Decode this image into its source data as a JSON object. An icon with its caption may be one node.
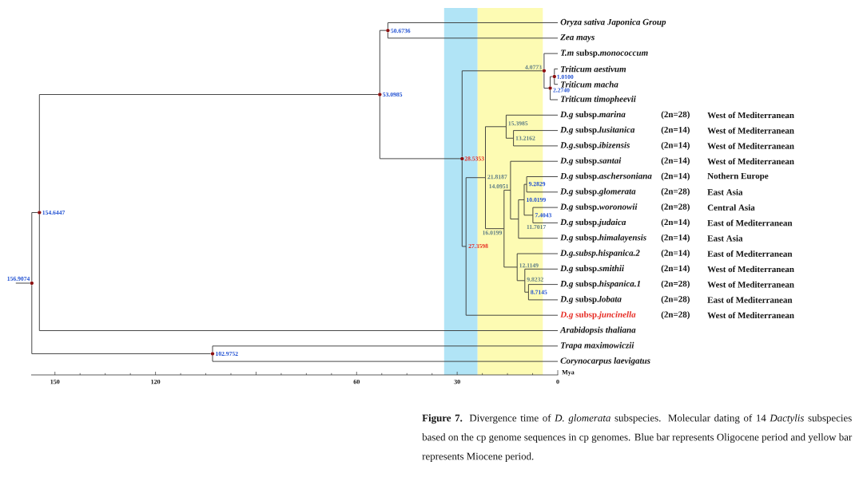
{
  "diagram": {
    "caption": "**Figure 7.** Divergence time of *D. glomerata* subspecies. Molecular dating of 14 *Dactylis* subspecies based on the cp genome sequences in cp genomes. Blue bar represents Oligocene period and yellow bar represents Miocene period.",
    "nodes": [
      {
        "text": [
          "Oryza sativa Japonica Group"
        ]
      },
      {
        "text": [
          "Zea mays"
        ]
      },
      {
        "text": [
          "*T.m* subsp.*monococcum*"
        ]
      },
      {
        "text": [
          "Triticum aestivum"
        ]
      },
      {
        "text": [
          "Triticum macha"
        ]
      },
      {
        "text": [
          "Triticum timopheevii"
        ]
      },
      {
        "text": [
          "*D.g* subsp.*marina*"
        ],
        "beside": [
          "(2n=28)",
          "West of Mediterranean"
        ]
      },
      {
        "text": [
          "*D.g* subsp.*lusitanica*"
        ],
        "beside": [
          "(2n=14)",
          "West of Mediterranean"
        ]
      },
      {
        "text": [
          "*D.g*.subsp.*ibizensis*"
        ],
        "beside": [
          "(2n=14)",
          "West of Mediterranean"
        ]
      },
      {
        "text": [
          "*D.g* subsp.*santai*"
        ],
        "beside": [
          "(2n=14)",
          "West of Mediterranean"
        ]
      },
      {
        "text": [
          "*D.g* subsp.*aschersoniana*"
        ],
        "beside": [
          "(2n=14)",
          "Nothern Europe"
        ]
      },
      {
        "text": [
          "*D.g* subsp.*glomerata*"
        ],
        "beside": [
          "(2n=28)",
          "East Asia"
        ]
      },
      {
        "text": [
          "*D.g* subsp.*woronowii*"
        ],
        "beside": [
          "(2n=28)",
          "Central Asia"
        ]
      },
      {
        "text": [
          "*D.g* subsp.*judaica*"
        ],
        "beside": [
          "(2n=14)",
          "East of Mediterranean"
        ]
      },
      {
        "text": [
          "*D.g* subsp.*himalayensis*"
        ],
        "beside": [
          "(2n=14)",
          "East Asia"
        ]
      },
      {
        "text": [
          "D.g.subsp.hispanica.2"
        ],
        "beside": [
          "(2n=14)",
          "East of Mediterranean"
        ]
      },
      {
        "text": [
          "*D.g* subsp.*smithii*"
        ],
        "beside": [
          "(2n=14)",
          "West of Mediterranean"
        ]
      },
      {
        "text": [
          "*D.g* subsp.*hispanica.1*"
        ],
        "beside": [
          "(2n=28)",
          "West of Mediterranean"
        ]
      },
      {
        "text": [
          "*D.g* subsp.*lobata*"
        ],
        "beside": [
          "(2n=28)",
          "East of Mediterranean"
        ]
      },
      {
        "text": [
          "*D.g* subsp.*juncinella*"
        ],
        "beside": [
          "(2n=28)",
          "West of Mediterranean"
        ]
      },
      {
        "text": [
          "Arabidopsis thaliana"
        ]
      },
      {
        "text": [
          "Trapa maximowiczii"
        ]
      },
      {
        "text": [
          "Corynocarpus laevigatus"
        ]
      },
      {
        "text": [],
        "shape": "circle",
        "beside": [
          "50.6736"
        ]
      },
      {
        "text": [],
        "shape": "circle",
        "beside": [
          "4.0773"
        ]
      },
      {
        "text": [],
        "shape": "circle",
        "beside": [
          "1.0100"
        ]
      },
      {
        "text": [],
        "shape": "circle",
        "beside": [
          "2.2740"
        ]
      },
      {
        "text": [],
        "shape": "circle",
        "beside": [
          "53.0985"
        ]
      },
      {
        "text": [
          "15.3985"
        ]
      },
      {
        "text": [
          "13.2162"
        ]
      },
      {
        "text": [],
        "shape": "circle",
        "beside": [
          "28.5353"
        ]
      },
      {
        "text": [
          "21.8187"
        ]
      },
      {
        "text": [
          "9.2829"
        ]
      },
      {
        "text": [
          "14.0951"
        ]
      },
      {
        "text": [
          "10.0199"
        ]
      },
      {
        "text": [],
        "shape": "circle",
        "beside": [
          "154.6447"
        ]
      },
      {
        "text": [
          "7.4043"
        ]
      },
      {
        "text": [
          "11.7017"
        ]
      },
      {
        "text": [
          "16.0199"
        ]
      },
      {
        "text": [
          "27.3598"
        ]
      },
      {
        "text": [
          "12.1149"
        ]
      },
      {
        "text": [
          "9.8232"
        ]
      },
      {
        "text": [],
        "shape": "circle",
        "beside": [
          "156.9074"
        ]
      },
      {
        "text": [
          "8.7145"
        ]
      },
      {
        "text": [],
        "shape": "circle",
        "beside": [
          "102.9752"
        ]
      }
    ],
    "edges": [
      {
        "from": null,
        "to": 42,
        "arrow": "none"
      },
      {
        "from": 42,
        "to": 35,
        "arrow": "none"
      },
      {
        "from": 42,
        "to": 44,
        "arrow": "none"
      },
      {
        "from": 35,
        "to": 27,
        "arrow": "none"
      },
      {
        "from": 35,
        "to": 20,
        "arrow": "none"
      },
      {
        "from": 27,
        "to": 23,
        "arrow": "none"
      },
      {
        "from": 27,
        "to": 30,
        "arrow": "none"
      },
      {
        "from": 23,
        "to": 0,
        "arrow": "none"
      },
      {
        "from": 23,
        "to": 1,
        "arrow": "none"
      },
      {
        "from": 30,
        "to": 24,
        "arrow": "none"
      },
      {
        "from": 30,
        "to": 39,
        "arrow": "none"
      },
      {
        "from": 24,
        "to": 2,
        "arrow": "none"
      },
      {
        "from": 24,
        "to": 26,
        "arrow": "none"
      },
      {
        "from": 26,
        "to": 25,
        "arrow": "none"
      },
      {
        "from": 26,
        "to": 5,
        "arrow": "none"
      },
      {
        "from": 25,
        "to": 3,
        "arrow": "none"
      },
      {
        "from": 25,
        "to": 4,
        "arrow": "none"
      },
      {
        "from": 39,
        "to": 31,
        "arrow": "none"
      },
      {
        "from": 39,
        "to": 19,
        "arrow": "none"
      },
      {
        "from": 31,
        "to": 28,
        "arrow": "none"
      },
      {
        "from": 31,
        "to": 38,
        "arrow": "none"
      },
      {
        "from": 28,
        "to": 6,
        "arrow": "none"
      },
      {
        "from": 28,
        "to": 29,
        "arrow": "none"
      },
      {
        "from": 29,
        "to": 7,
        "arrow": "none"
      },
      {
        "from": 29,
        "to": 8,
        "arrow": "none"
      },
      {
        "from": 38,
        "to": 33,
        "arrow": "none"
      },
      {
        "from": 38,
        "to": 40,
        "arrow": "none"
      },
      {
        "from": 33,
        "to": 9,
        "arrow": "none"
      },
      {
        "from": 33,
        "to": 37,
        "arrow": "none"
      },
      {
        "from": 37,
        "to": 34,
        "arrow": "none"
      },
      {
        "from": 37,
        "to": 14,
        "arrow": "none"
      },
      {
        "from": 34,
        "to": 32,
        "arrow": "none"
      },
      {
        "from": 34,
        "to": 36,
        "arrow": "none"
      },
      {
        "from": 32,
        "to": 10,
        "arrow": "none"
      },
      {
        "from": 32,
        "to": 11,
        "arrow": "none"
      },
      {
        "from": 36,
        "to": 12,
        "arrow": "none"
      },
      {
        "from": 36,
        "to": 13,
        "arrow": "none"
      },
      {
        "from": 44,
        "to": 21,
        "arrow": "none"
      },
      {
        "from": 44,
        "to": 22,
        "arrow": "none"
      },
      {
        "from": 40,
        "to": 15,
        "arrow": "none"
      },
      {
        "from": 40,
        "to": 41,
        "arrow": "none"
      },
      {
        "from": 41,
        "to": 16,
        "arrow": "none"
      },
      {
        "from": 41,
        "to": 43,
        "arrow": "none"
      },
      {
        "from": 43,
        "to": 17,
        "arrow": "none"
      },
      {
        "from": 43,
        "to": 18,
        "arrow": "none"
      }
    ],
    "labels": [
      "150",
      "120",
      "60",
      "30",
      "0",
      "Mya"
    ]
  }
}
